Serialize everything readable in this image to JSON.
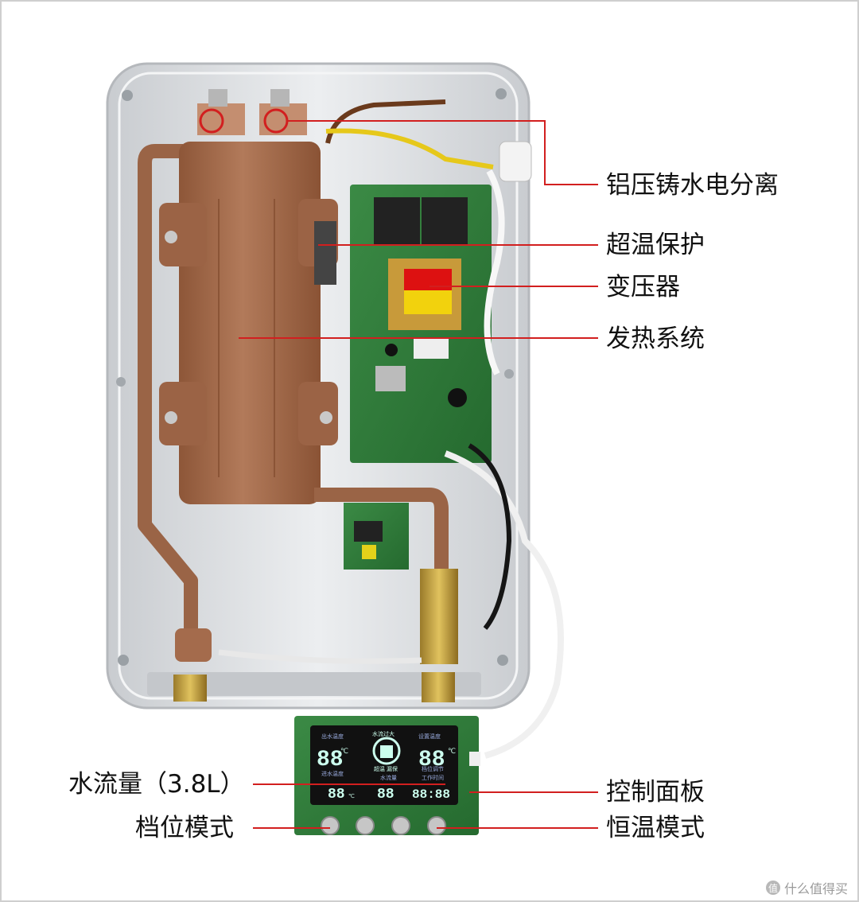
{
  "callouts": {
    "separation": "铝压铸水电分离",
    "overheat": "超温保护",
    "transformer": "变压器",
    "heating": "发热系统",
    "flow": "水流量（3.8L）",
    "panel": "控制面板",
    "gear": "档位模式",
    "constant": "恒温模式"
  },
  "display": {
    "out_temp_label": "出水温度",
    "out_temp": "88",
    "warn_label": "水流过大",
    "set_temp_label": "设置温度",
    "set_temp": "88",
    "in_temp_label": "进水温度",
    "in_temp": "88",
    "mode_labels": "超温  漏保",
    "flow_label": "水流量",
    "flow": "88",
    "gear_label": "档位调节",
    "time_label": "工作时间",
    "time": "88:88",
    "unit_c": "℃"
  },
  "watermark": {
    "text": "什么值得买",
    "badge": "值"
  },
  "colors": {
    "leader": "#d21f1f",
    "housing": "#d9dcdf",
    "copper": "#a46b4c",
    "pcb": "#2f7a38"
  }
}
